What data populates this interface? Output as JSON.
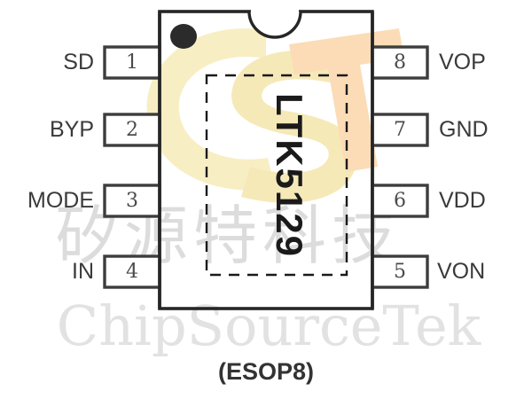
{
  "diagram": {
    "title": "LTK5129 ESOP8 pin configuration diagram",
    "part_number": "LTK5129",
    "package_label": "(ESOP8)",
    "colors": {
      "outline": "#262626",
      "pin_box_border": "#3d3d3d",
      "text": "#3a3a3a",
      "pin_number_text": "#4a4a4a",
      "dashed_pad": "#1a1a1a",
      "dot_marker": "#2b2b2b",
      "watermark_gray": "#dcdcdc",
      "watermark_logo_yellow": "#f7edbf",
      "watermark_logo_orange": "#fadcb4"
    },
    "left_pins": [
      {
        "number": "1",
        "name": "SD"
      },
      {
        "number": "2",
        "name": "BYP"
      },
      {
        "number": "3",
        "name": "MODE"
      },
      {
        "number": "4",
        "name": "IN"
      }
    ],
    "right_pins": [
      {
        "number": "8",
        "name": "VOP"
      },
      {
        "number": "7",
        "name": "GND"
      },
      {
        "number": "6",
        "name": "VDD"
      },
      {
        "number": "5",
        "name": "VON"
      }
    ],
    "markers": {
      "pin1_dot": "pin-1-indicator-dot",
      "top_notch": "package-orientation-notch",
      "exposed_pad": "thermal-exposed-pad-dashed-outline"
    },
    "watermarks": {
      "chinese": "矽源特科技",
      "english": "ChipSourceTek",
      "logo": "CST"
    }
  }
}
